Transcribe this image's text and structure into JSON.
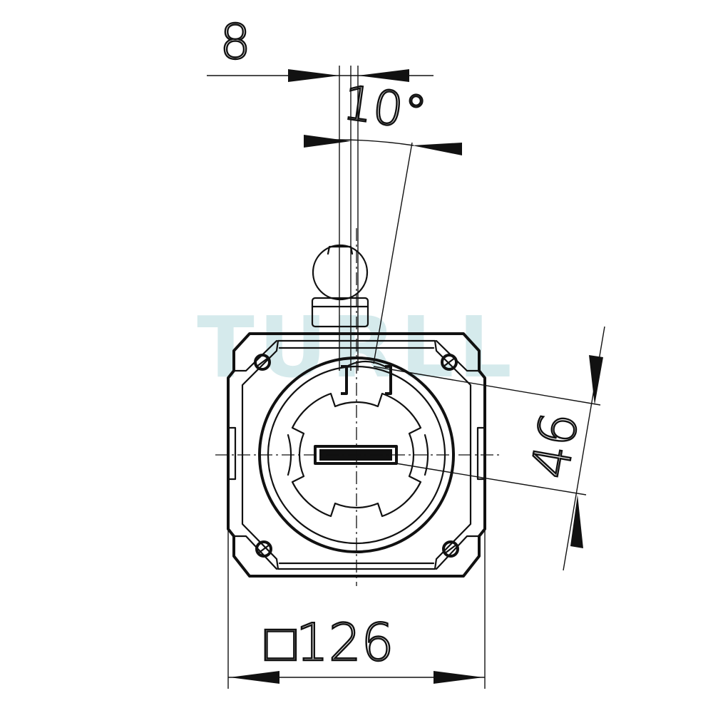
{
  "watermark": {
    "text": "TURLL",
    "color": "#c7e3e6"
  },
  "dimensions": {
    "offset_top": "8",
    "angle": "10°",
    "diameter_side": "46",
    "square_width": "□126"
  },
  "colors": {
    "line": "#111111",
    "background": "#ffffff"
  }
}
